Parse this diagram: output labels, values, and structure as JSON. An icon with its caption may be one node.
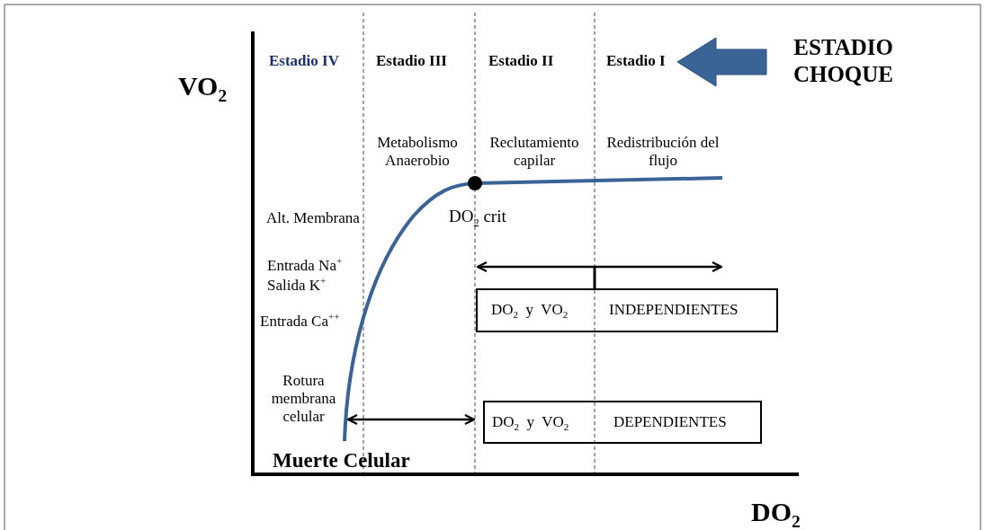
{
  "diagram": {
    "nodes": [
      {
        "text": [
          "DO$_{2}$  y  VO$_{2}$",
          "INDEPENDIENTES"
        ]
      },
      {
        "text": [
          "DO$_{2}$  y  VO$_{2}$",
          "DEPENDIENTES"
        ]
      }
    ],
    "labels": [
      "VO$_{2}$",
      "Estadio IV",
      "Estadio III",
      "Estadio II",
      "Estadio I",
      "ESTADIO CHOQUE",
      "Metabolismo Anaerobio",
      "Reclutamiento capilar",
      "Redistribución del flujo",
      "Alt. Membrana",
      "DO$_{2}$ crit",
      "Entrada Na$^{+}$",
      "Salida K$^{+}$",
      "Entrada Ca$^{++}$",
      "Rotura membrana celular",
      "Muerte Celular",
      "DO$_{2}$"
    ]
  }
}
